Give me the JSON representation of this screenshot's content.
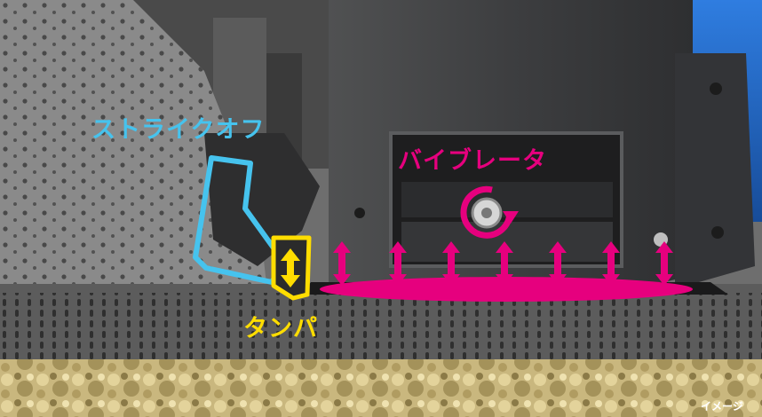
{
  "labels": {
    "strike_off": "ストライクオフ",
    "vibrator": "バイブレータ",
    "tamper": "タンパ",
    "image_note": "イメージ"
  },
  "colors": {
    "cyan": "#46c3ee",
    "magenta": "#e6007e",
    "yellow": "#ffdd00",
    "machine_dark": "#3a3a3a",
    "asphalt": "#6b6b6b",
    "base_gravel": "#b8a66a",
    "sky": "#1f5fb3"
  },
  "icons": {
    "vibration_rotation": "circular-arrow-icon",
    "tamper_motion": "double-arrow-vertical-icon",
    "vibration_motion": "double-arrow-vertical-icon"
  },
  "vibration_arrow_count": 7
}
